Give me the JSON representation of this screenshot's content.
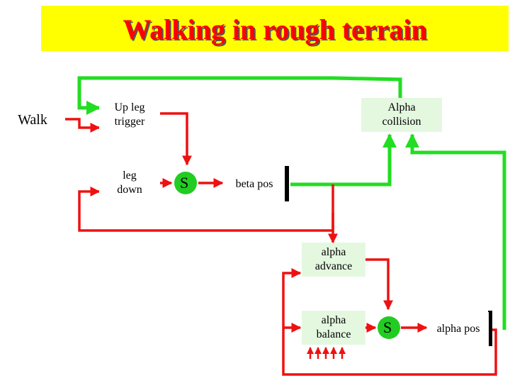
{
  "title": "Walking in rough terrain",
  "nodes": {
    "walk": "Walk",
    "up_leg_trigger": "Up leg\ntrigger",
    "leg_down": "leg\ndown",
    "sum1": "S",
    "beta_pos": "beta pos",
    "alpha_collision": "Alpha\ncollision",
    "alpha_advance": "alpha\nadvance",
    "alpha_balance": "alpha\nbalance",
    "sum2": "S",
    "alpha_pos": "alpha pos"
  },
  "colors": {
    "title_bg": "#ffff00",
    "title_text": "#ff0000",
    "green_wire": "#22dd22",
    "red_wire": "#ee1111",
    "box_green": "#e4f8e0",
    "summer_fill": "#22cc22"
  }
}
